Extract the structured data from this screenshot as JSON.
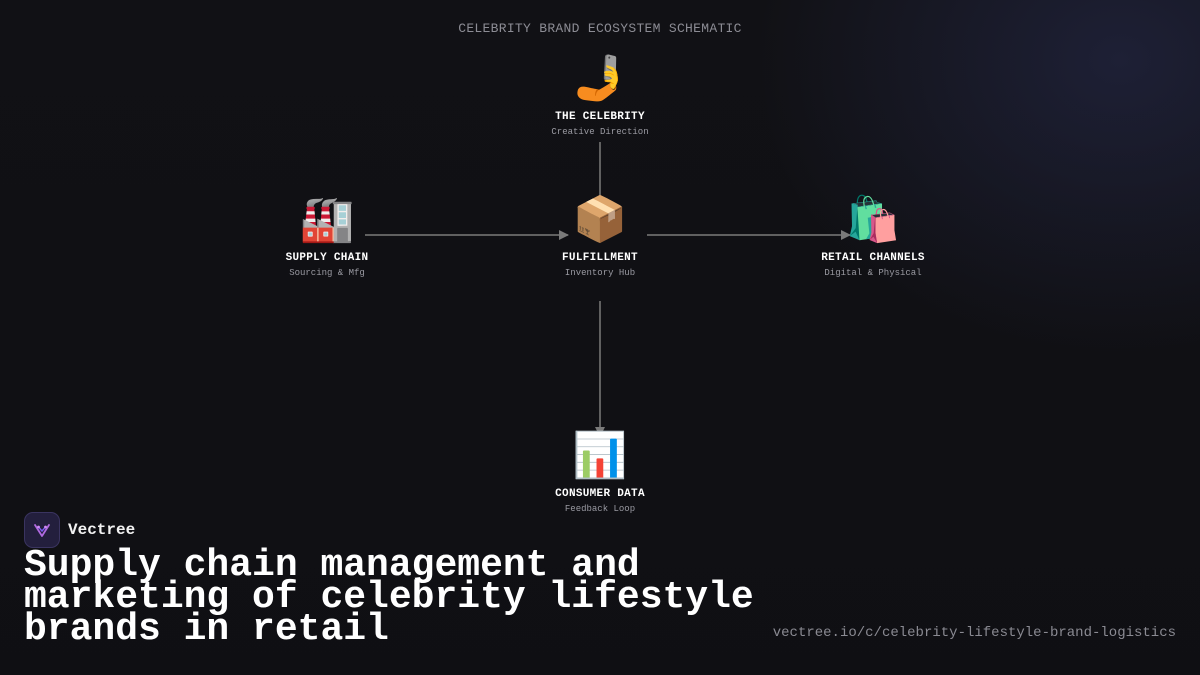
{
  "diagram": {
    "title": "CELEBRITY BRAND ECOSYSTEM SCHEMATIC",
    "nodes": {
      "celebrity": {
        "icon": "selfie-icon",
        "glyph": "🤳",
        "label": "THE CELEBRITY",
        "sub": "Creative Direction"
      },
      "supply_chain": {
        "icon": "factory-icon",
        "glyph": "🏭",
        "label": "SUPPLY CHAIN",
        "sub": "Sourcing & Mfg"
      },
      "fulfillment": {
        "icon": "package-icon",
        "glyph": "📦",
        "label": "FULFILLMENT",
        "sub": "Inventory Hub"
      },
      "retail": {
        "icon": "shopping-bags-icon",
        "glyph": "🛍️",
        "label": "RETAIL CHANNELS",
        "sub": "Digital & Physical"
      },
      "consumer_data": {
        "icon": "bar-chart-icon",
        "glyph": "📊",
        "label": "CONSUMER DATA",
        "sub": "Feedback Loop"
      }
    },
    "edges": [
      {
        "from": "celebrity",
        "to": "fulfillment",
        "arrow": false
      },
      {
        "from": "supply_chain",
        "to": "fulfillment",
        "arrow": true
      },
      {
        "from": "fulfillment",
        "to": "retail",
        "arrow": true
      },
      {
        "from": "fulfillment",
        "to": "consumer_data",
        "arrow": true
      }
    ]
  },
  "brand": {
    "name": "Vectree",
    "logo_icon": "vectree-logo-icon"
  },
  "headline": "Supply chain management and marketing of celebrity lifestyle brands in retail",
  "url": "vectree.io/c/celebrity-lifestyle-brand-logistics",
  "colors": {
    "background": "#111115",
    "connector": "#7a7a7a",
    "logo_accent": "#b06ae0"
  }
}
